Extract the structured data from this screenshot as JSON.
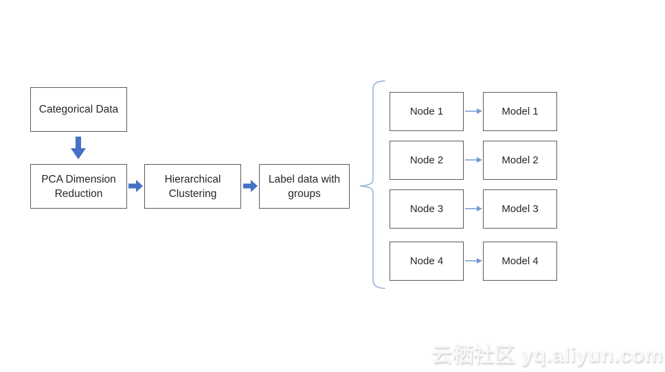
{
  "diagram": {
    "flow": [
      {
        "label": "Categorical Data"
      },
      {
        "label": "PCA Dimension Reduction"
      },
      {
        "label": "Hierarchical Clustering"
      },
      {
        "label": "Label data with groups"
      }
    ],
    "pairs": [
      {
        "node": "Node 1",
        "model": "Model 1"
      },
      {
        "node": "Node 2",
        "model": "Model 2"
      },
      {
        "node": "Node 3",
        "model": "Model 3"
      },
      {
        "node": "Node 4",
        "model": "Model 4"
      }
    ],
    "colors": {
      "box_border": "#5a5a5a",
      "text": "#262626",
      "thick_arrow": "#4472c4",
      "thin_arrow": "#6f9ad0",
      "brace": "#9db8dd"
    }
  },
  "watermark": {
    "text": "云栖社区 yq.aliyun.com"
  }
}
